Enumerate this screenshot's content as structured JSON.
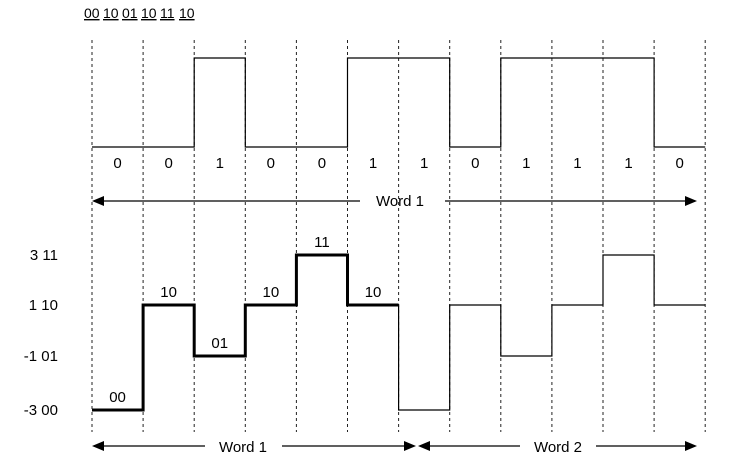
{
  "title_groups": [
    "00",
    "10",
    "01",
    "10",
    "11",
    "10"
  ],
  "bits": [
    "0",
    "0",
    "1",
    "0",
    "0",
    "1",
    "1",
    "0",
    "1",
    "1",
    "1",
    "0"
  ],
  "word1_top_label": "Word 1",
  "levels": [
    {
      "value": 3,
      "symbol": "3  11"
    },
    {
      "value": 1,
      "symbol": "1  10"
    },
    {
      "value": -1,
      "symbol": "-1  01"
    },
    {
      "value": -3,
      "symbol": "-3  00"
    }
  ],
  "pam_levels": [
    -3,
    1,
    -1,
    1,
    3,
    1,
    -3,
    1,
    -1,
    1,
    3,
    1
  ],
  "pam_labels": [
    "00",
    "10",
    "01",
    "10",
    "11",
    "10"
  ],
  "bottom_word1": "Word 1",
  "bottom_word2": "Word 2"
}
